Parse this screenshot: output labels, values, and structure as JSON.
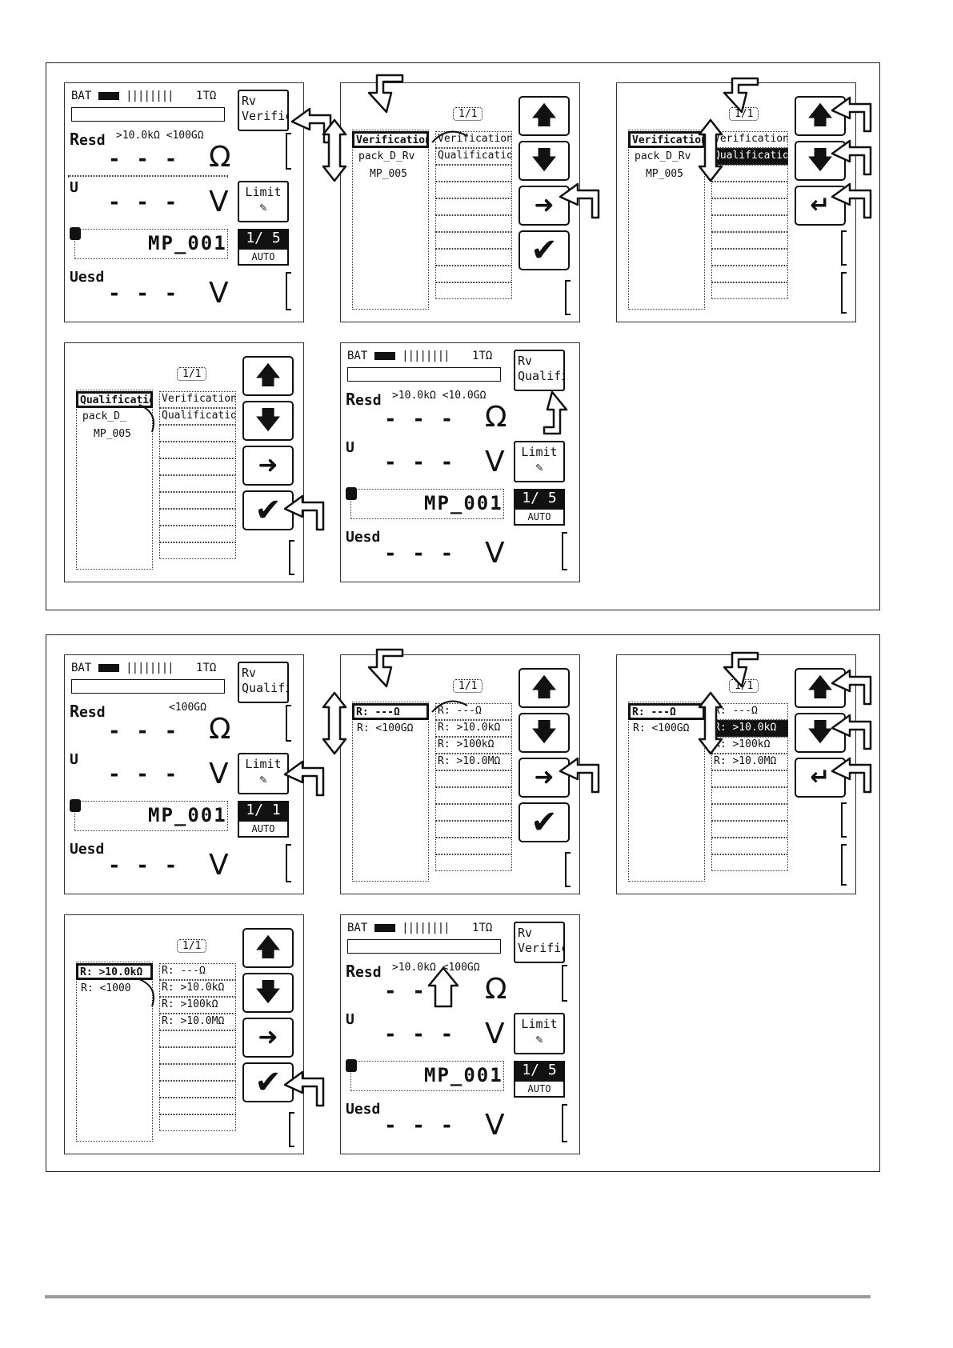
{
  "status": {
    "bat": "BAT",
    "bars": "||||||||",
    "range": "1TΩ"
  },
  "labels": {
    "resd_r": "R",
    "resd_sub": "esd",
    "u": "U",
    "uesd_u": "U",
    "uesd_sub": "esd",
    "dashes": "- - -",
    "ohm": "Ω",
    "volt": "V"
  },
  "side": {
    "rv_verifica": "Rv Verifica",
    "rv_qualific": "Rv Qualific",
    "limit": "Limit",
    "count_15": "1/ 5",
    "count_11": "1/ 1",
    "auto": "AUTO"
  },
  "limits": {
    "a": ">10.0kΩ <100GΩ",
    "b": ">10.0kΩ <10.0GΩ",
    "c": "<100GΩ"
  },
  "id_value": "MP_001",
  "page_ind": "1/1",
  "list1": {
    "left": [
      "Verification",
      "pack_D_Rv",
      "MP_005"
    ],
    "left_q": [
      "Qualificatio",
      "pack_D_",
      "MP_005"
    ],
    "right": [
      "Verification",
      "Qualificatio"
    ]
  },
  "list2": {
    "left": [
      "R:  ---Ω",
      "R: <100GΩ"
    ],
    "left_q": [
      "R: >10.0kΩ",
      "R: <1000"
    ],
    "right": [
      "R:  ---Ω",
      "R: >10.0kΩ",
      "R: >100kΩ",
      "R: >10.0MΩ"
    ]
  },
  "nav": {
    "up": "🡅",
    "down": "🡇",
    "right": "➜",
    "enter": "↵",
    "check": "✔"
  }
}
